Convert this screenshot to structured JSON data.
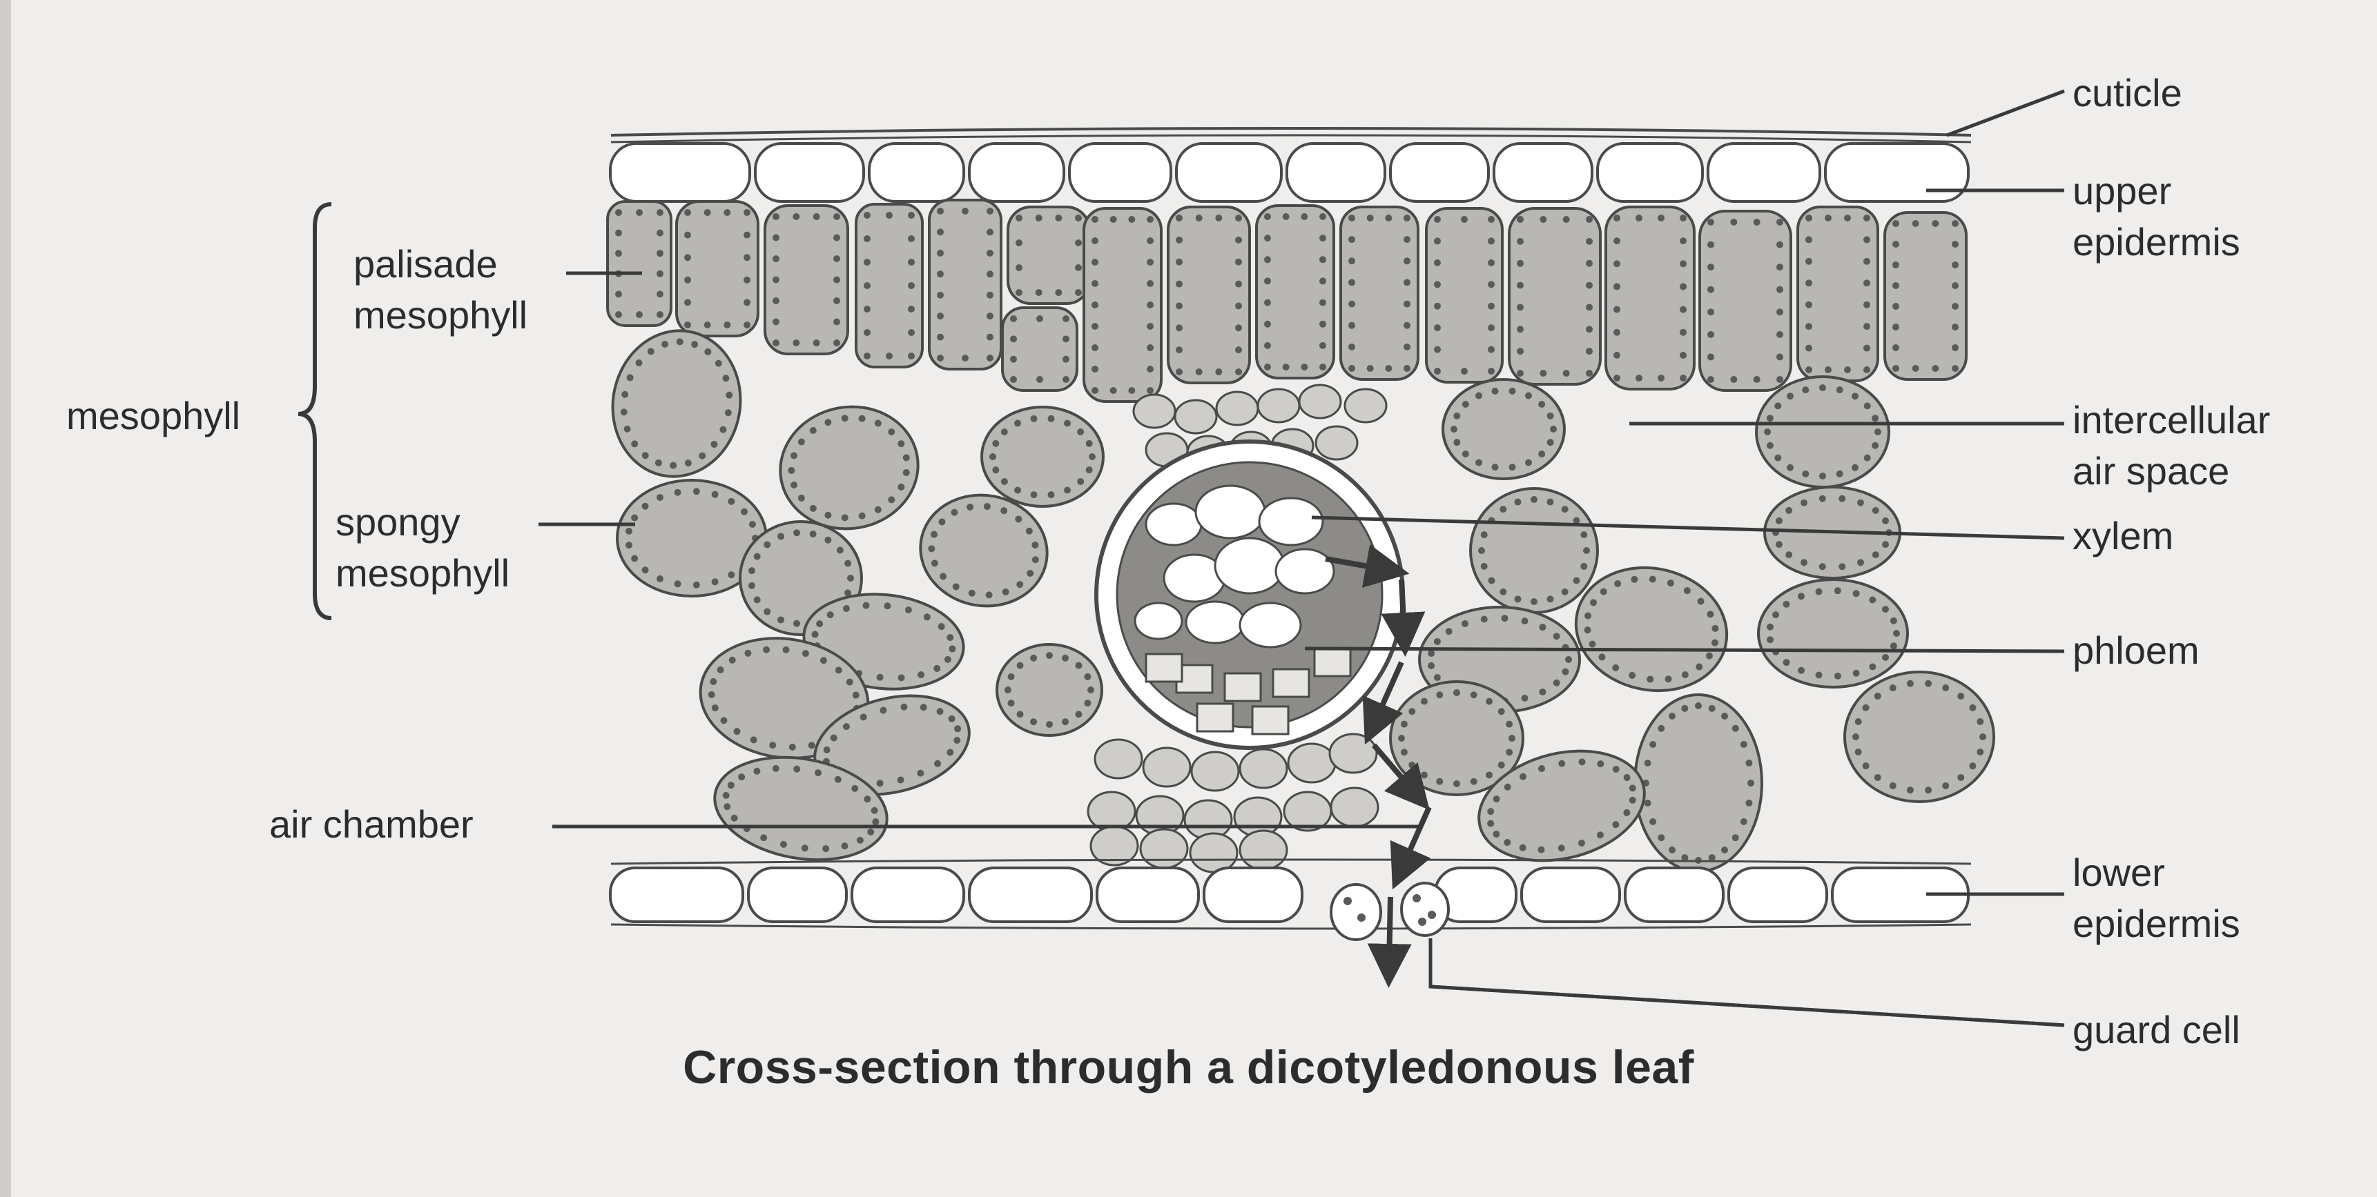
{
  "labels": {
    "cuticle": "cuticle",
    "upper_epidermis": [
      "upper",
      "epidermis"
    ],
    "palisade_mesophyll": [
      "palisade",
      "mesophyll"
    ],
    "mesophyll": "mesophyll",
    "spongy_mesophyll": [
      "spongy",
      "mesophyll"
    ],
    "intercellular_air_space": [
      "intercellular",
      "air space"
    ],
    "xylem": "xylem",
    "phloem": "phloem",
    "air_chamber": "air chamber",
    "lower_epidermis": [
      "lower",
      "epidermis"
    ],
    "guard_cell": "guard cell"
  },
  "caption": "Cross-section through a dicotyledonous leaf",
  "colors": {
    "background": "#efeeec",
    "cell_fill": "#b9b7b3",
    "outline": "#4a4a4a",
    "epidermis_fill": "#ffffff",
    "chloroplast": "#5a5a5a"
  }
}
